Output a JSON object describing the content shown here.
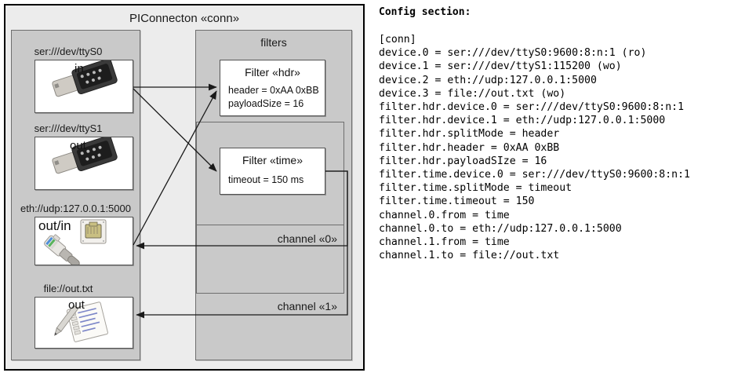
{
  "diagram": {
    "title": "PIConnecton «conn»",
    "devices_panel": {
      "name": "devices-panel"
    },
    "filters_panel": {
      "title": "filters"
    },
    "devices": [
      {
        "label": "ser:///dev/ttyS0",
        "direction": "in",
        "icon": "serial-connector-icon"
      },
      {
        "label": "ser:///dev/ttyS1",
        "direction": "out",
        "icon": "serial-connector-icon"
      },
      {
        "label": "eth://udp:127.0.0.1:5000",
        "direction": "out/in",
        "icon": "ethernet-jack-icon"
      },
      {
        "label": "file://out.txt",
        "direction": "out",
        "icon": "text-file-pencil-icon"
      }
    ],
    "filters": [
      {
        "title": "Filter «hdr»",
        "props": [
          "header = 0xAA 0xBB",
          "payloadSize = 16"
        ]
      },
      {
        "title": "Filter «time»",
        "props": [
          "timeout = 150 ms"
        ]
      }
    ],
    "channels": [
      {
        "label": "channel «0»"
      },
      {
        "label": "channel «1»"
      }
    ]
  },
  "config": {
    "heading": "Config section:",
    "text": "[conn]\ndevice.0 = ser:///dev/ttyS0:9600:8:n:1 (ro)\ndevice.1 = ser:///dev/ttyS1:115200 (wo)\ndevice.2 = eth://udp:127.0.0.1:5000\ndevice.3 = file://out.txt (wo)\nfilter.hdr.device.0 = ser:///dev/ttyS0:9600:8:n:1\nfilter.hdr.device.1 = eth://udp:127.0.0.1:5000\nfilter.hdr.splitMode = header\nfilter.hdr.header = 0xAA 0xBB\nfilter.hdr.payloadSIze = 16\nfilter.time.device.0 = ser:///dev/ttyS0:9600:8:n:1\nfilter.time.splitMode = timeout\nfilter.time.timeout = 150\nchannel.0.from = time\nchannel.0.to = eth://udp:127.0.0.1:5000\nchannel.1.from = time\nchannel.1.to = file://out.txt"
  },
  "colors": {
    "frame_bg": "#ececec",
    "panel_bg": "#c9c9c9",
    "card_bg": "#ffffff",
    "line": "#1a1a1a"
  }
}
